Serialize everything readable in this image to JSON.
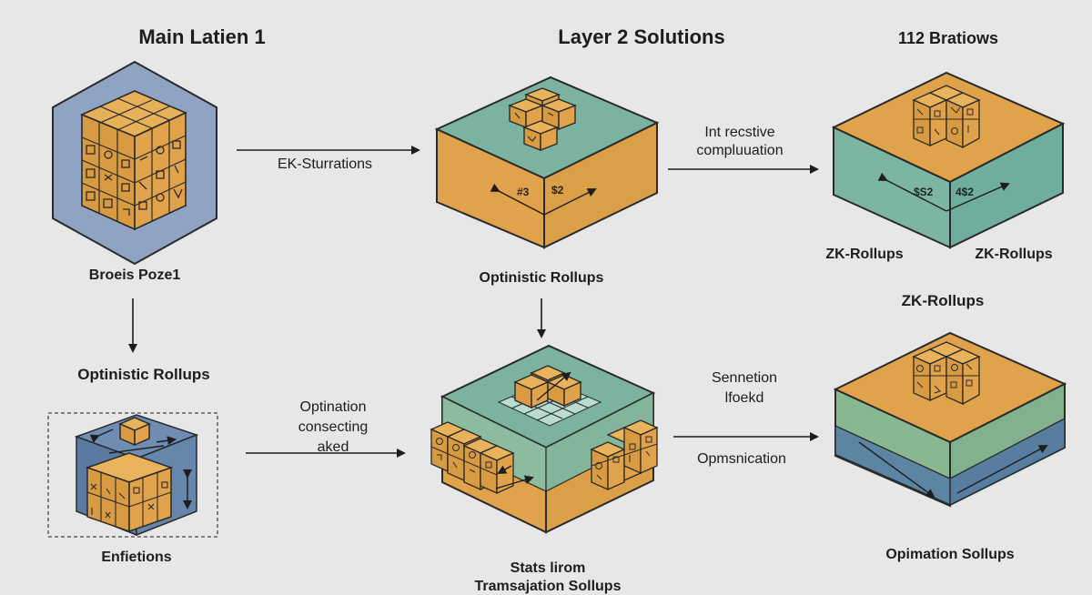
{
  "titles": {
    "left": "Main Latien 1",
    "center": "Layer 2 Solutions",
    "right": "112 Bratiows"
  },
  "labels": {
    "left_top_caption": "Broeis Poze1",
    "left_mid_heading": "Optinistic Rollups",
    "left_bottom_caption": "Enfietions",
    "arrow_top_left": "EK-Sturrations",
    "arrow_top_right_line1": "Int recstive",
    "arrow_top_right_line2": "compluuation",
    "center_top_caption": "Optinistic Rollups",
    "right_top_caption_left": "ZK-Rollups",
    "right_top_caption_right": "ZK-Rollups",
    "right_mid_heading": "ZK-Rollups",
    "arrow_bottom_left_line1": "Optination",
    "arrow_bottom_left_line2": "consecting",
    "arrow_bottom_left_line3": "aked",
    "arrow_bottom_right_top_line1": "Sennetion",
    "arrow_bottom_right_top_line2": "lfoekd",
    "arrow_bottom_right_bottom": "Opmsnication",
    "center_bottom_caption_line1": "Stats lirom",
    "center_bottom_caption_line2": "Tramsajation Sollups",
    "right_bottom_caption": "Opimation Sollups"
  },
  "block_marks": {
    "center_top_left": "#3",
    "center_top_right": "$2",
    "right_top_left": "$S2",
    "right_top_right": "4$2"
  },
  "colors": {
    "background": "#e7e7e7",
    "cube_orange": "#e0a24b",
    "slab_green": "#7cb3a0",
    "slab_teal": "#6da99a",
    "slab_blue": "#5c84a3",
    "hexagon_blue": "#8fa4c2",
    "outline": "#2a2a2a"
  }
}
